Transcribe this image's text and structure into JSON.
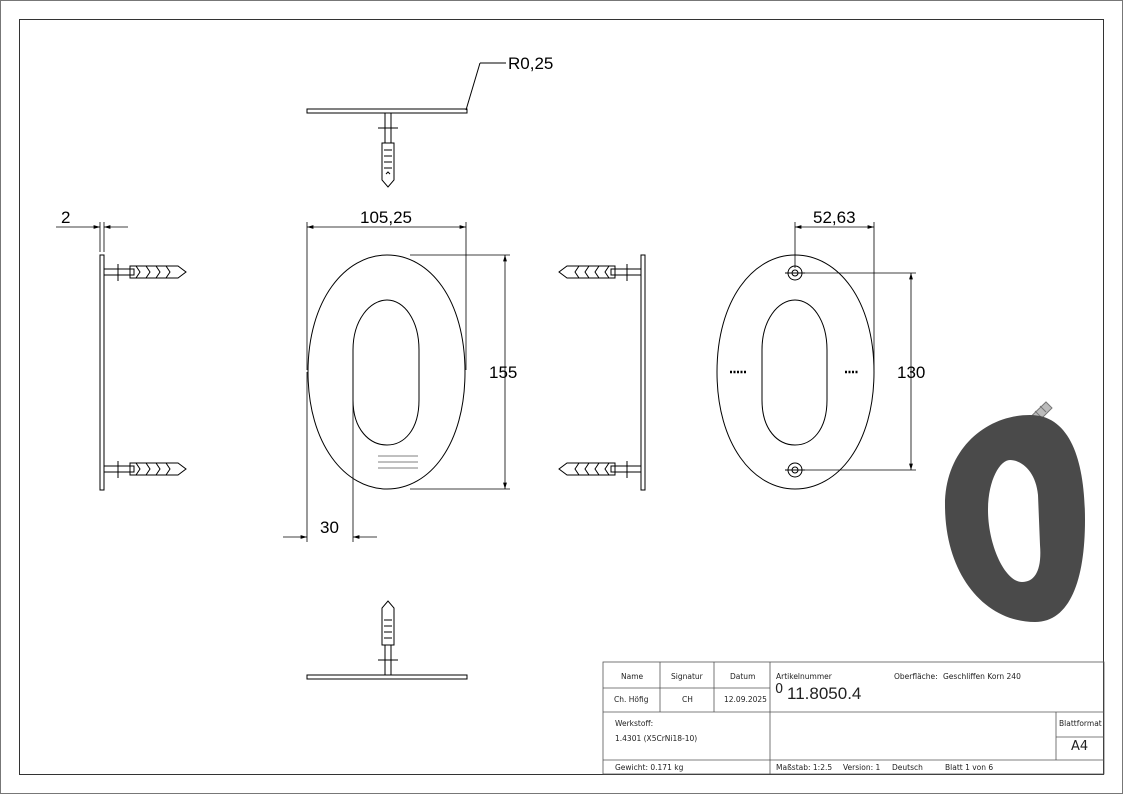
{
  "drawing": {
    "note_radius": "R0,25",
    "dim_thickness": "2",
    "dim_width": "105,25",
    "dim_height": "155",
    "dim_offset": "30",
    "dim_half_width": "52,63",
    "dim_hole_spacing": "130"
  },
  "title_block": {
    "name_label": "Name",
    "signature_label": "Signatur",
    "date_label": "Datum",
    "name_value": "Ch. Höfig",
    "signature_value": "CH",
    "date_value": "12.09.2025",
    "article_label": "Artikelnummer",
    "surface_label": "Oberfläche:",
    "surface_value": "Geschliffen Korn 240",
    "revision": "0",
    "article_number": "11.8050.4",
    "material_label": "Werkstoff:",
    "material_value": "1.4301 (X5CrNi18-10)",
    "sheet_format_label": "Blattformat",
    "sheet_format_value": "A4",
    "weight": "Gewicht: 0.171 kg",
    "scale": "Maßstab: 1:2.5",
    "version": "Version: 1",
    "language": "Deutsch",
    "sheet_info": "Blatt 1 von 6"
  },
  "colors": {
    "line": "#000000",
    "shaded_part": "#4a4a4a",
    "frame": "#333333"
  }
}
